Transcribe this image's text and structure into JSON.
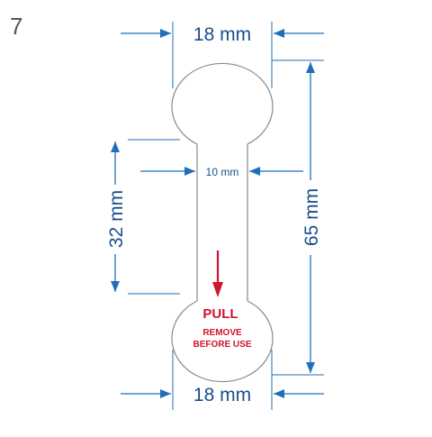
{
  "figure_number": "7",
  "dimensions": {
    "top_width": "18 mm",
    "bottom_width": "18 mm",
    "neck_width": "10 mm",
    "left_height": "32 mm",
    "right_height": "65 mm"
  },
  "label": {
    "pull": "PULL",
    "remove_line1": "REMOVE",
    "remove_line2": "BEFORE USE"
  },
  "colors": {
    "dimension_line": "#1f6fb8",
    "dimension_text": "#1a4f8c",
    "outline": "#8a8a8a",
    "pull_text": "#d0142c",
    "arrow": "#d0142c"
  }
}
